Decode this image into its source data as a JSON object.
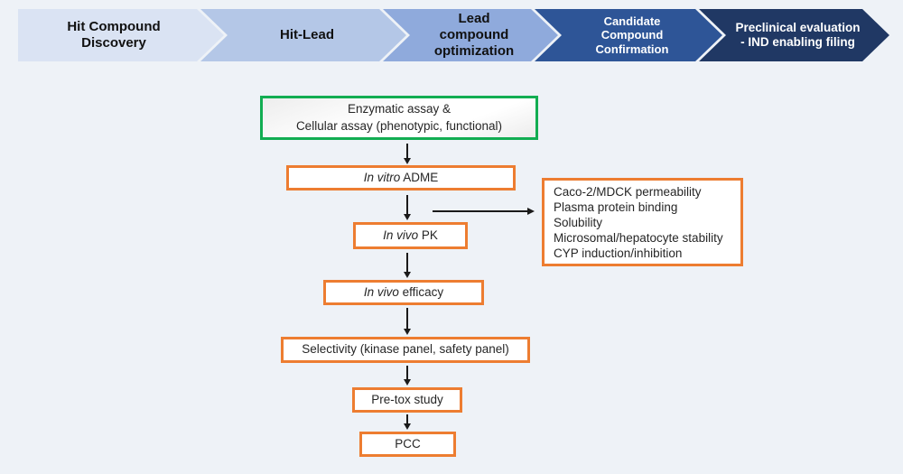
{
  "banner": {
    "stages": [
      {
        "label": "Hit Compound\nDiscovery",
        "bg": "#dae3f3",
        "text_color": "#111111"
      },
      {
        "label": "Hit-Lead",
        "bg": "#b4c7e7",
        "text_color": "#111111"
      },
      {
        "label": "Lead\ncompound\noptimization",
        "bg": "#8faadc",
        "text_color": "#111111"
      },
      {
        "label": "Candidate\nCompound\nConfirmation",
        "bg": "#2e5597",
        "text_color": "#ffffff"
      },
      {
        "label": "Preclinical evaluation\n- IND enabling filing",
        "bg": "#203864",
        "text_color": "#ffffff"
      }
    ]
  },
  "flowchart": {
    "boxes": [
      {
        "id": "assay",
        "label": "Enzymatic assay &\nCellular assay (phenotypic, functional)",
        "border_color": "#12ad52"
      },
      {
        "id": "adme",
        "italic": "In vitro",
        "rest": " ADME",
        "border_color": "#ed7d31"
      },
      {
        "id": "pk",
        "italic": "In vivo",
        "rest": " PK",
        "border_color": "#ed7d31"
      },
      {
        "id": "efficacy",
        "italic": "In vivo",
        "rest": " efficacy",
        "border_color": "#ed7d31"
      },
      {
        "id": "selectivity",
        "label": "Selectivity (kinase panel, safety panel)",
        "border_color": "#ed7d31"
      },
      {
        "id": "pretox",
        "label": "Pre-tox study",
        "border_color": "#ed7d31"
      },
      {
        "id": "pcc",
        "label": "PCC",
        "border_color": "#ed7d31"
      }
    ],
    "side_panel": {
      "border_color": "#ed7d31",
      "items": [
        "Caco-2/MDCK permeability",
        "Plasma protein binding",
        "Solubility",
        "Microsomal/hepatocyte stability",
        "CYP induction/inhibition"
      ]
    }
  },
  "colors": {
    "page_background": "#eef2f7",
    "arrow": "#1a1a1a",
    "box_text": "#262626"
  }
}
